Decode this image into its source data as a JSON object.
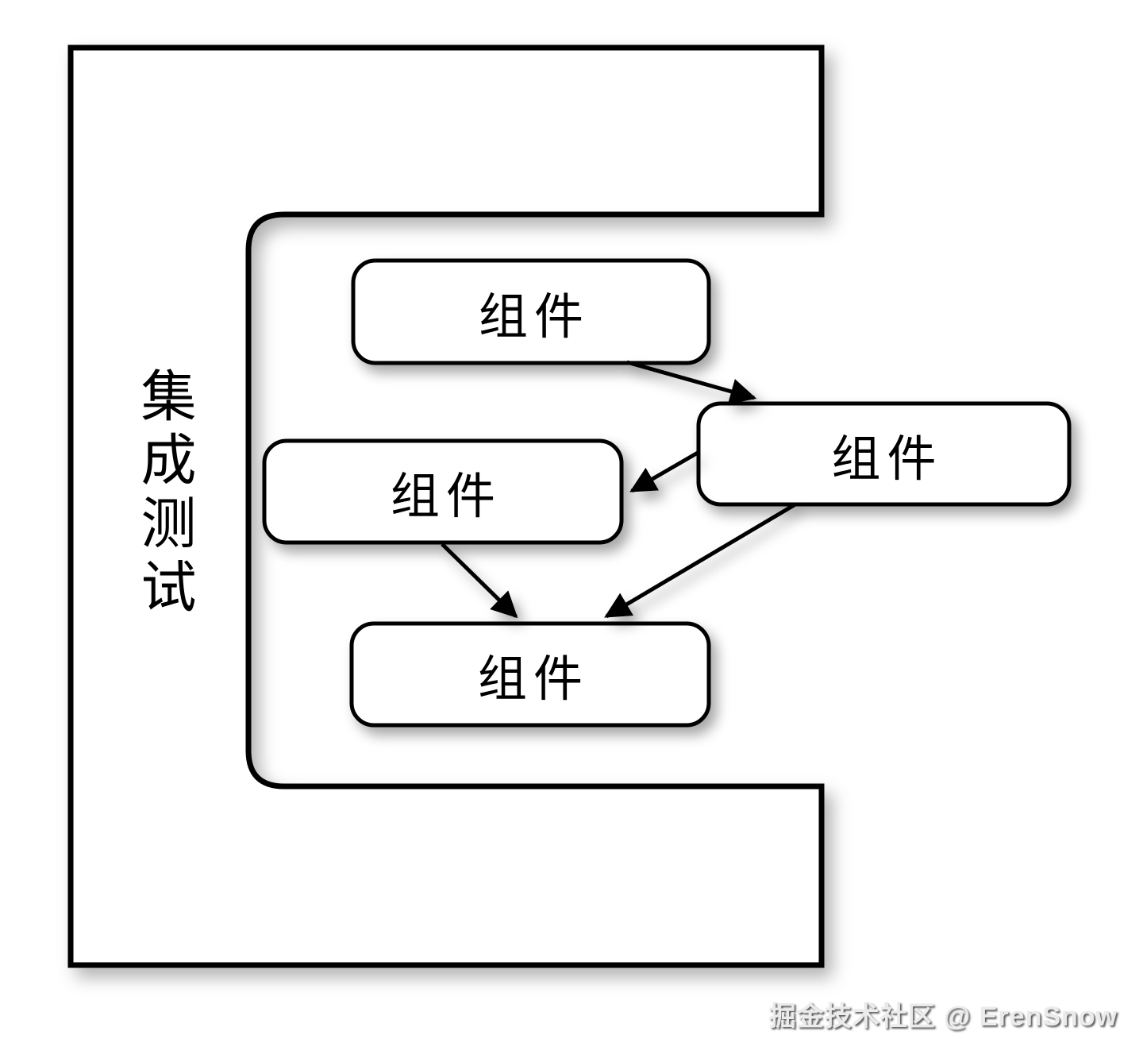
{
  "diagram": {
    "title": "集成测试",
    "nodes": [
      {
        "id": "component-top",
        "label": "组件"
      },
      {
        "id": "component-right",
        "label": "组件"
      },
      {
        "id": "component-middle",
        "label": "组件"
      },
      {
        "id": "component-bottom",
        "label": "组件"
      }
    ],
    "edges": [
      {
        "from": "component-top",
        "to": "component-right"
      },
      {
        "from": "component-right",
        "to": "component-middle"
      },
      {
        "from": "component-right",
        "to": "component-bottom"
      },
      {
        "from": "component-middle",
        "to": "component-bottom"
      }
    ],
    "colors": {
      "line": "#000000",
      "node_fill": "#ffffff",
      "background": "#ffffff"
    }
  },
  "watermark": {
    "text": "掘金技术社区 @ ErenSnow"
  }
}
